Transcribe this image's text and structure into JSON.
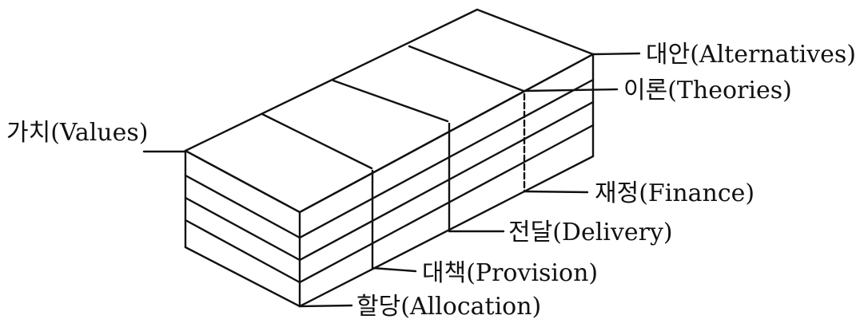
{
  "labels": {
    "alternatives": "대안(Alternatives)",
    "theories": "이론(Theories)",
    "values": "가치(Values)",
    "finance": "재정(Finance)",
    "delivery": "전달(Delivery)",
    "provision": "대책(Provision)",
    "allocation": "할당(Allocation)"
  },
  "colors": {
    "ink": "#111111",
    "background": "#ffffff"
  }
}
